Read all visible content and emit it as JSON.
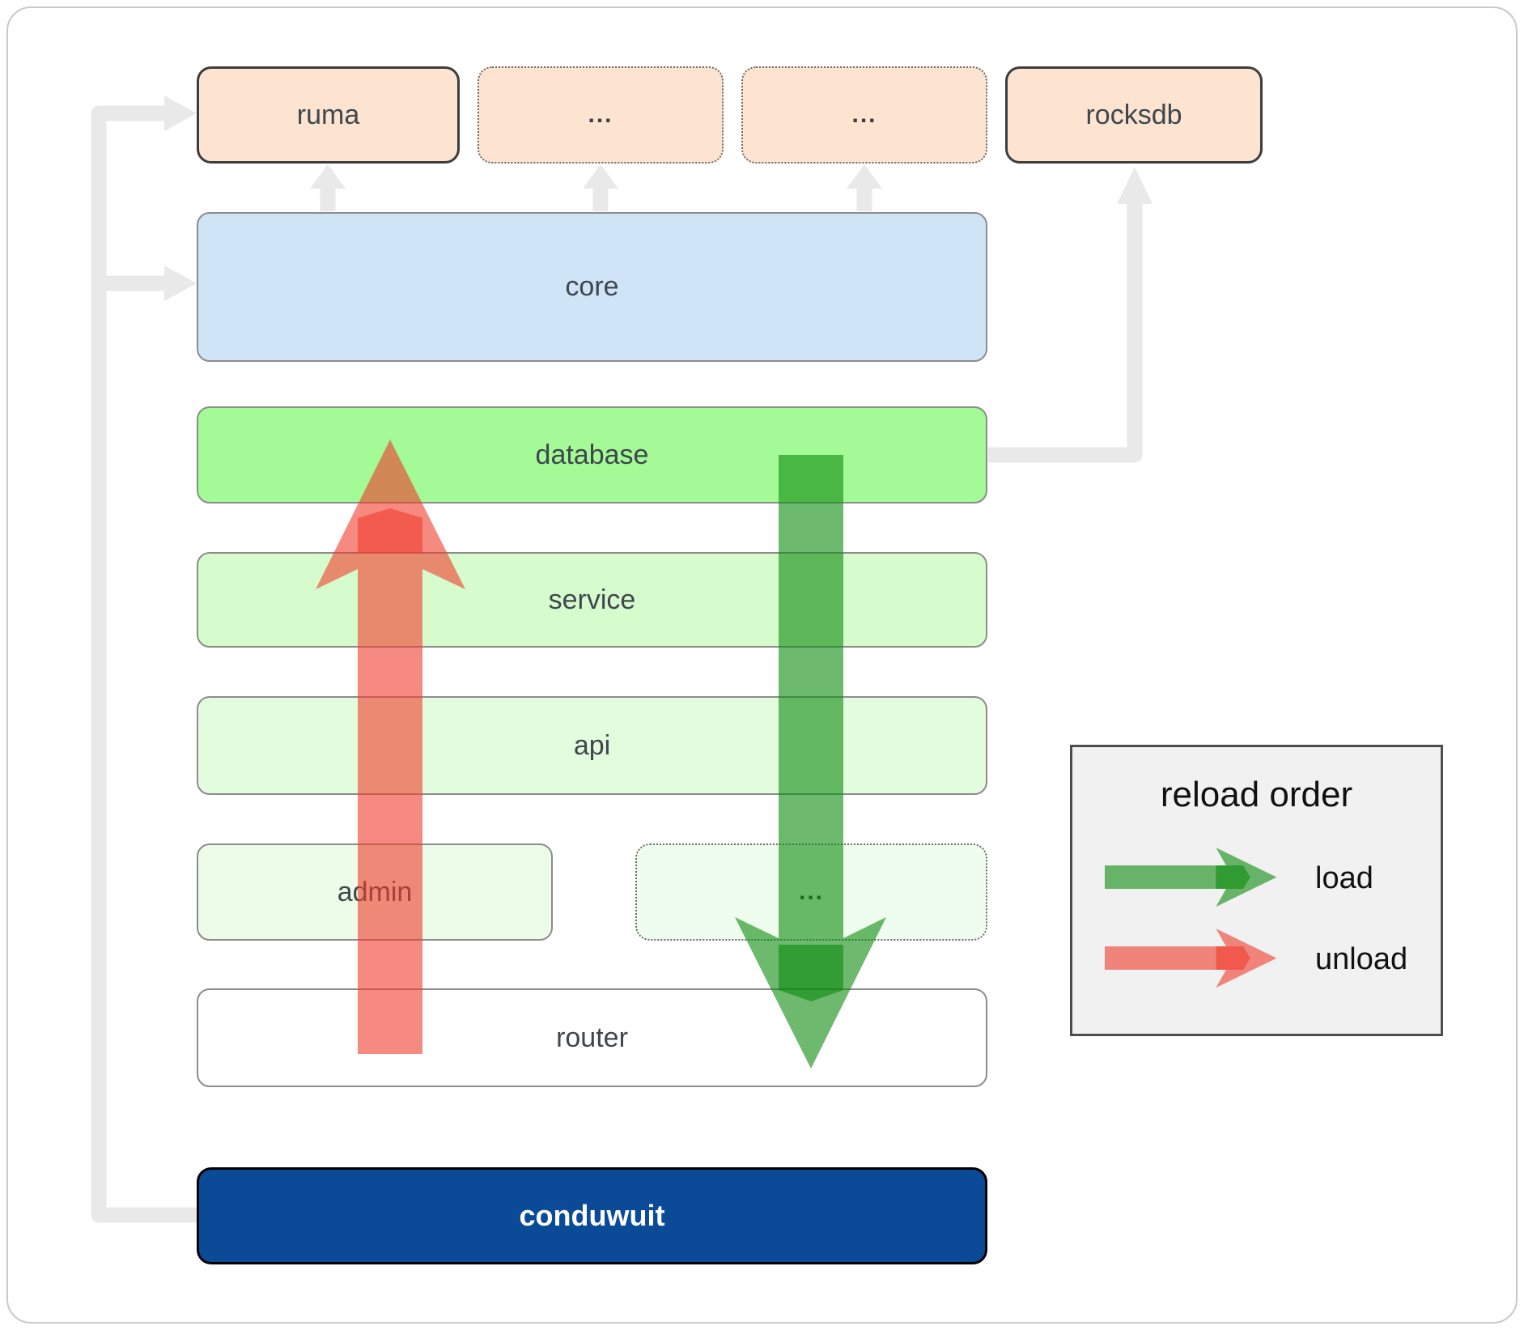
{
  "diagram": {
    "top_row": {
      "ruma": "ruma",
      "dots1": "...",
      "dots2": "...",
      "rocksdb": "rocksdb"
    },
    "layers": {
      "core": "core",
      "database": "database",
      "service": "service",
      "api": "api",
      "admin": "admin",
      "admin_dots": "...",
      "router": "router",
      "conduwuit": "conduwuit"
    }
  },
  "legend": {
    "title": "reload order",
    "load_label": "load",
    "unload_label": "unload"
  },
  "colors": {
    "load_arrow": "#0b8a0e",
    "unload_arrow": "#f03c2b",
    "connector_gray": "#e9e9e9",
    "peach_fill": "#fce4d0",
    "core_fill": "#d0e4f8",
    "database_fill": "#a3fa96",
    "conduwuit_fill": "#0a4a96",
    "legend_bg": "#f1f1f1"
  }
}
